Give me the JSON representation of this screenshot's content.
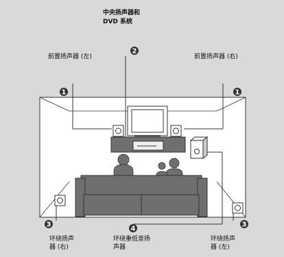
{
  "labels": {
    "center": [
      "中央扬声器和",
      "DVD 系统"
    ],
    "front_left": "前置扬声器 (左)",
    "front_right": "前置扬声器 (右)",
    "surround_right": [
      "环绕扬声",
      "器 (右)"
    ],
    "subwoofer": [
      "环绕重低音扬",
      "声器"
    ],
    "surround_left": [
      "环绕扬声",
      "器 (左)"
    ]
  },
  "markers": {
    "front_left": "1",
    "center": "2",
    "front_right": "1",
    "surround_right": "3",
    "subwoofer": "4",
    "surround_left": "3"
  },
  "colors": {
    "background": "#d9d9d9",
    "room_floor": "#ffffff",
    "furniture": "#6f6f6f",
    "marker": "#333333"
  }
}
